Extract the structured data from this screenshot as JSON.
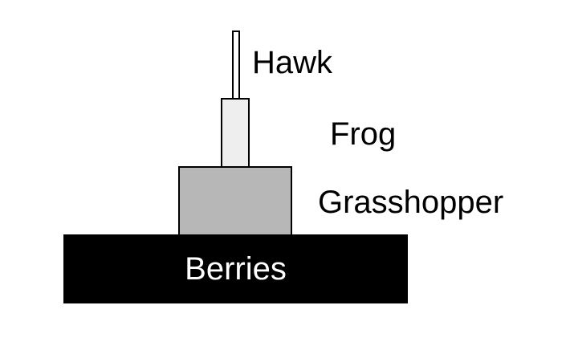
{
  "diagram": {
    "levels": [
      {
        "id": "hawk",
        "label": "Hawk",
        "fill": "#ffffff"
      },
      {
        "id": "frog",
        "label": "Frog",
        "fill": "#eeeeee"
      },
      {
        "id": "grasshopper",
        "label": "Grasshopper",
        "fill": "#b7b7b7"
      },
      {
        "id": "berries",
        "label": "Berries",
        "fill": "#000000",
        "text_color": "#ffffff"
      }
    ]
  }
}
